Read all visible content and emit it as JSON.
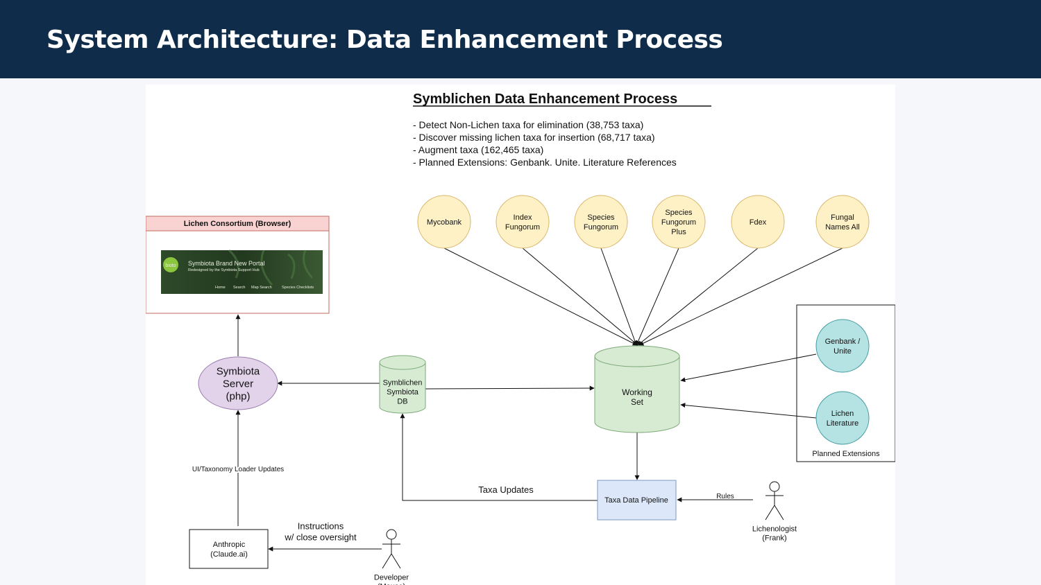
{
  "slide": {
    "title": "System Architecture: Data Enhancement Process"
  },
  "diagram": {
    "heading": "Symblichen Data Enhancement Process",
    "bullets": [
      "- Detect Non-Lichen taxa for elimination (38,753 taxa)",
      "- Discover missing lichen taxa for insertion (68,717 taxa)",
      "- Augment taxa (162,465 taxa)",
      "- Planned Extensions: Genbank. Unite. Literature References"
    ],
    "sources": [
      {
        "lines": [
          "Mycobank"
        ]
      },
      {
        "lines": [
          "Index",
          "Fungorum"
        ]
      },
      {
        "lines": [
          "Species",
          "Fungorum"
        ]
      },
      {
        "lines": [
          "Species",
          "Fungorum",
          "Plus"
        ]
      },
      {
        "lines": [
          "Fdex"
        ]
      },
      {
        "lines": [
          "Fungal",
          "Names All"
        ]
      }
    ],
    "browser": {
      "title": "Lichen Consortium (Browser)",
      "banner_logo": "bioto",
      "banner_title": "Symbiota Brand New Portal",
      "banner_subtitle": "Redesigned by the Symbiota Support Hub",
      "banner_nav": [
        "Home",
        "Search",
        "Map Search",
        "Species Checklists"
      ]
    },
    "server": {
      "lines": [
        "Symbiota",
        "Server",
        "(php)"
      ]
    },
    "db": {
      "lines": [
        "Symblichen",
        "Symbiota",
        "DB"
      ]
    },
    "working_set": {
      "lines": [
        "Working",
        "Set"
      ]
    },
    "planned": {
      "label": "Planned Extensions",
      "items": [
        {
          "lines": [
            "Genbank /",
            "Unite"
          ]
        },
        {
          "lines": [
            "Lichen",
            "Literature"
          ]
        }
      ]
    },
    "pipeline": {
      "label": "Taxa Data Pipeline"
    },
    "anthropic": {
      "lines": [
        "Anthropic",
        "(Claude.ai)"
      ]
    },
    "labels": {
      "ui_updates": "UI/Taxonomy Loader Updates",
      "taxa_updates": "Taxa Updates",
      "rules": "Rules",
      "instructions": [
        "Instructions",
        "w/ close oversight"
      ]
    },
    "actors": {
      "lichenologist": [
        "Lichenologist",
        "(Frank)"
      ],
      "developer": [
        "Developer",
        "(Mouse)"
      ]
    },
    "colors": {
      "header_bg": "#0f2d4a",
      "source_fill": "#fdf1c5",
      "source_stroke": "#d8b66a",
      "db_fill": "#d6ebd2",
      "db_stroke": "#7fa97a",
      "server_fill": "#e2d3ea",
      "server_stroke": "#9a7cae",
      "extension_fill": "#b5e2e3",
      "extension_stroke": "#3e9aa0",
      "pipeline_fill": "#dce8f9",
      "pipeline_stroke": "#7d98c4",
      "browser_header_fill": "#f8d3d1",
      "browser_stroke": "#c46a62"
    }
  }
}
